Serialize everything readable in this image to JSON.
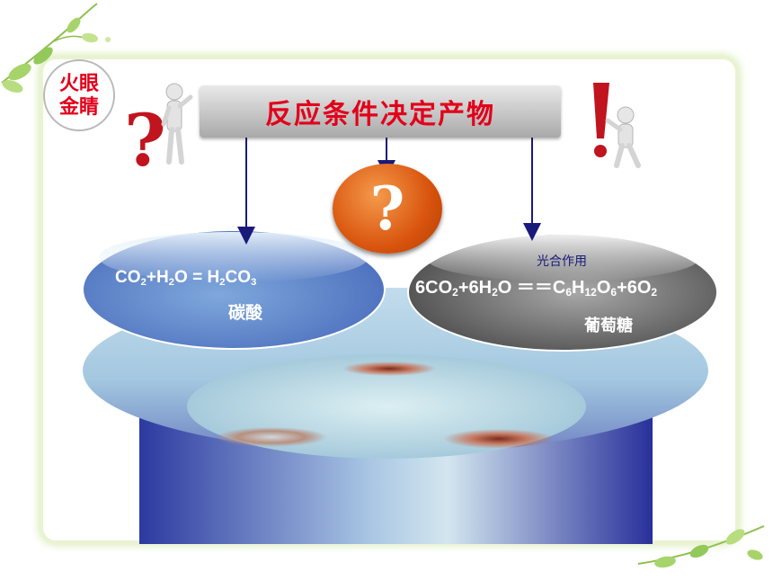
{
  "badge": {
    "line1": "火眼",
    "line2": "金睛"
  },
  "title": "反应条件决定产物",
  "center_symbol": "?",
  "left_reaction": {
    "co2": "CO",
    "co2_sub": "2",
    "plus_h2o": "+H",
    "h2o_sub": "2",
    "o_eq": "O = H",
    "h2co3_sub": "2",
    "co": "CO",
    "co3_sub": "3",
    "product": "碳酸"
  },
  "right_reaction": {
    "condition": "光合作用",
    "p1": "6CO",
    "s1": "2",
    "p2": "+6H",
    "s2": "2",
    "p3": "O ＝＝C",
    "s3": "6",
    "p4": "H",
    "s4": "12",
    "p5": "O",
    "s5": "6",
    "p6": "+6O",
    "s6": "2",
    "product": "葡萄糖"
  },
  "colors": {
    "title_text": "#e2001a",
    "question_orange": "#d9540d",
    "cylinder_blue": "#3a47a8"
  },
  "icons": [
    "question-person-icon",
    "exclamation-person-icon",
    "vine-decoration-icon"
  ]
}
